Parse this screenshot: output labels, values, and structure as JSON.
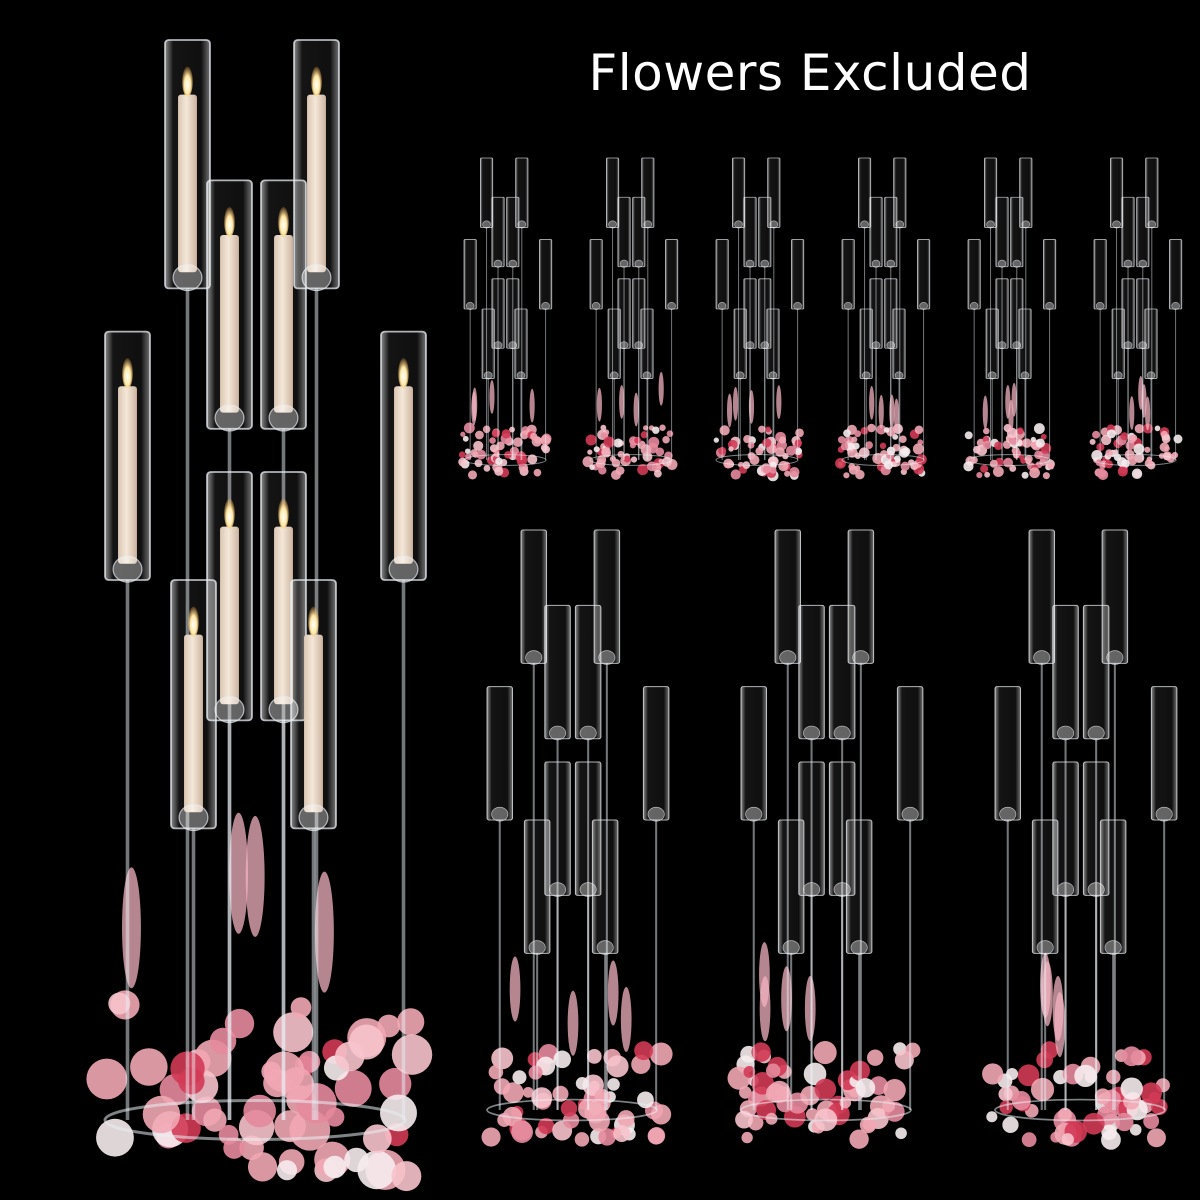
{
  "headline": "Flowers Excluded",
  "colors": {
    "background": "#000000",
    "text": "#ffffff",
    "acrylic": "#e8eef3",
    "candle": "#eedccb",
    "flame": "#ffe9a8",
    "flower_pink": "#f1a7b4",
    "flower_red": "#d23a55",
    "flower_white": "#f6ecee"
  },
  "scene": {
    "hero": "candelabra-with-candles-and-flowers",
    "small_row_count": 6,
    "large_row_count": 3
  }
}
